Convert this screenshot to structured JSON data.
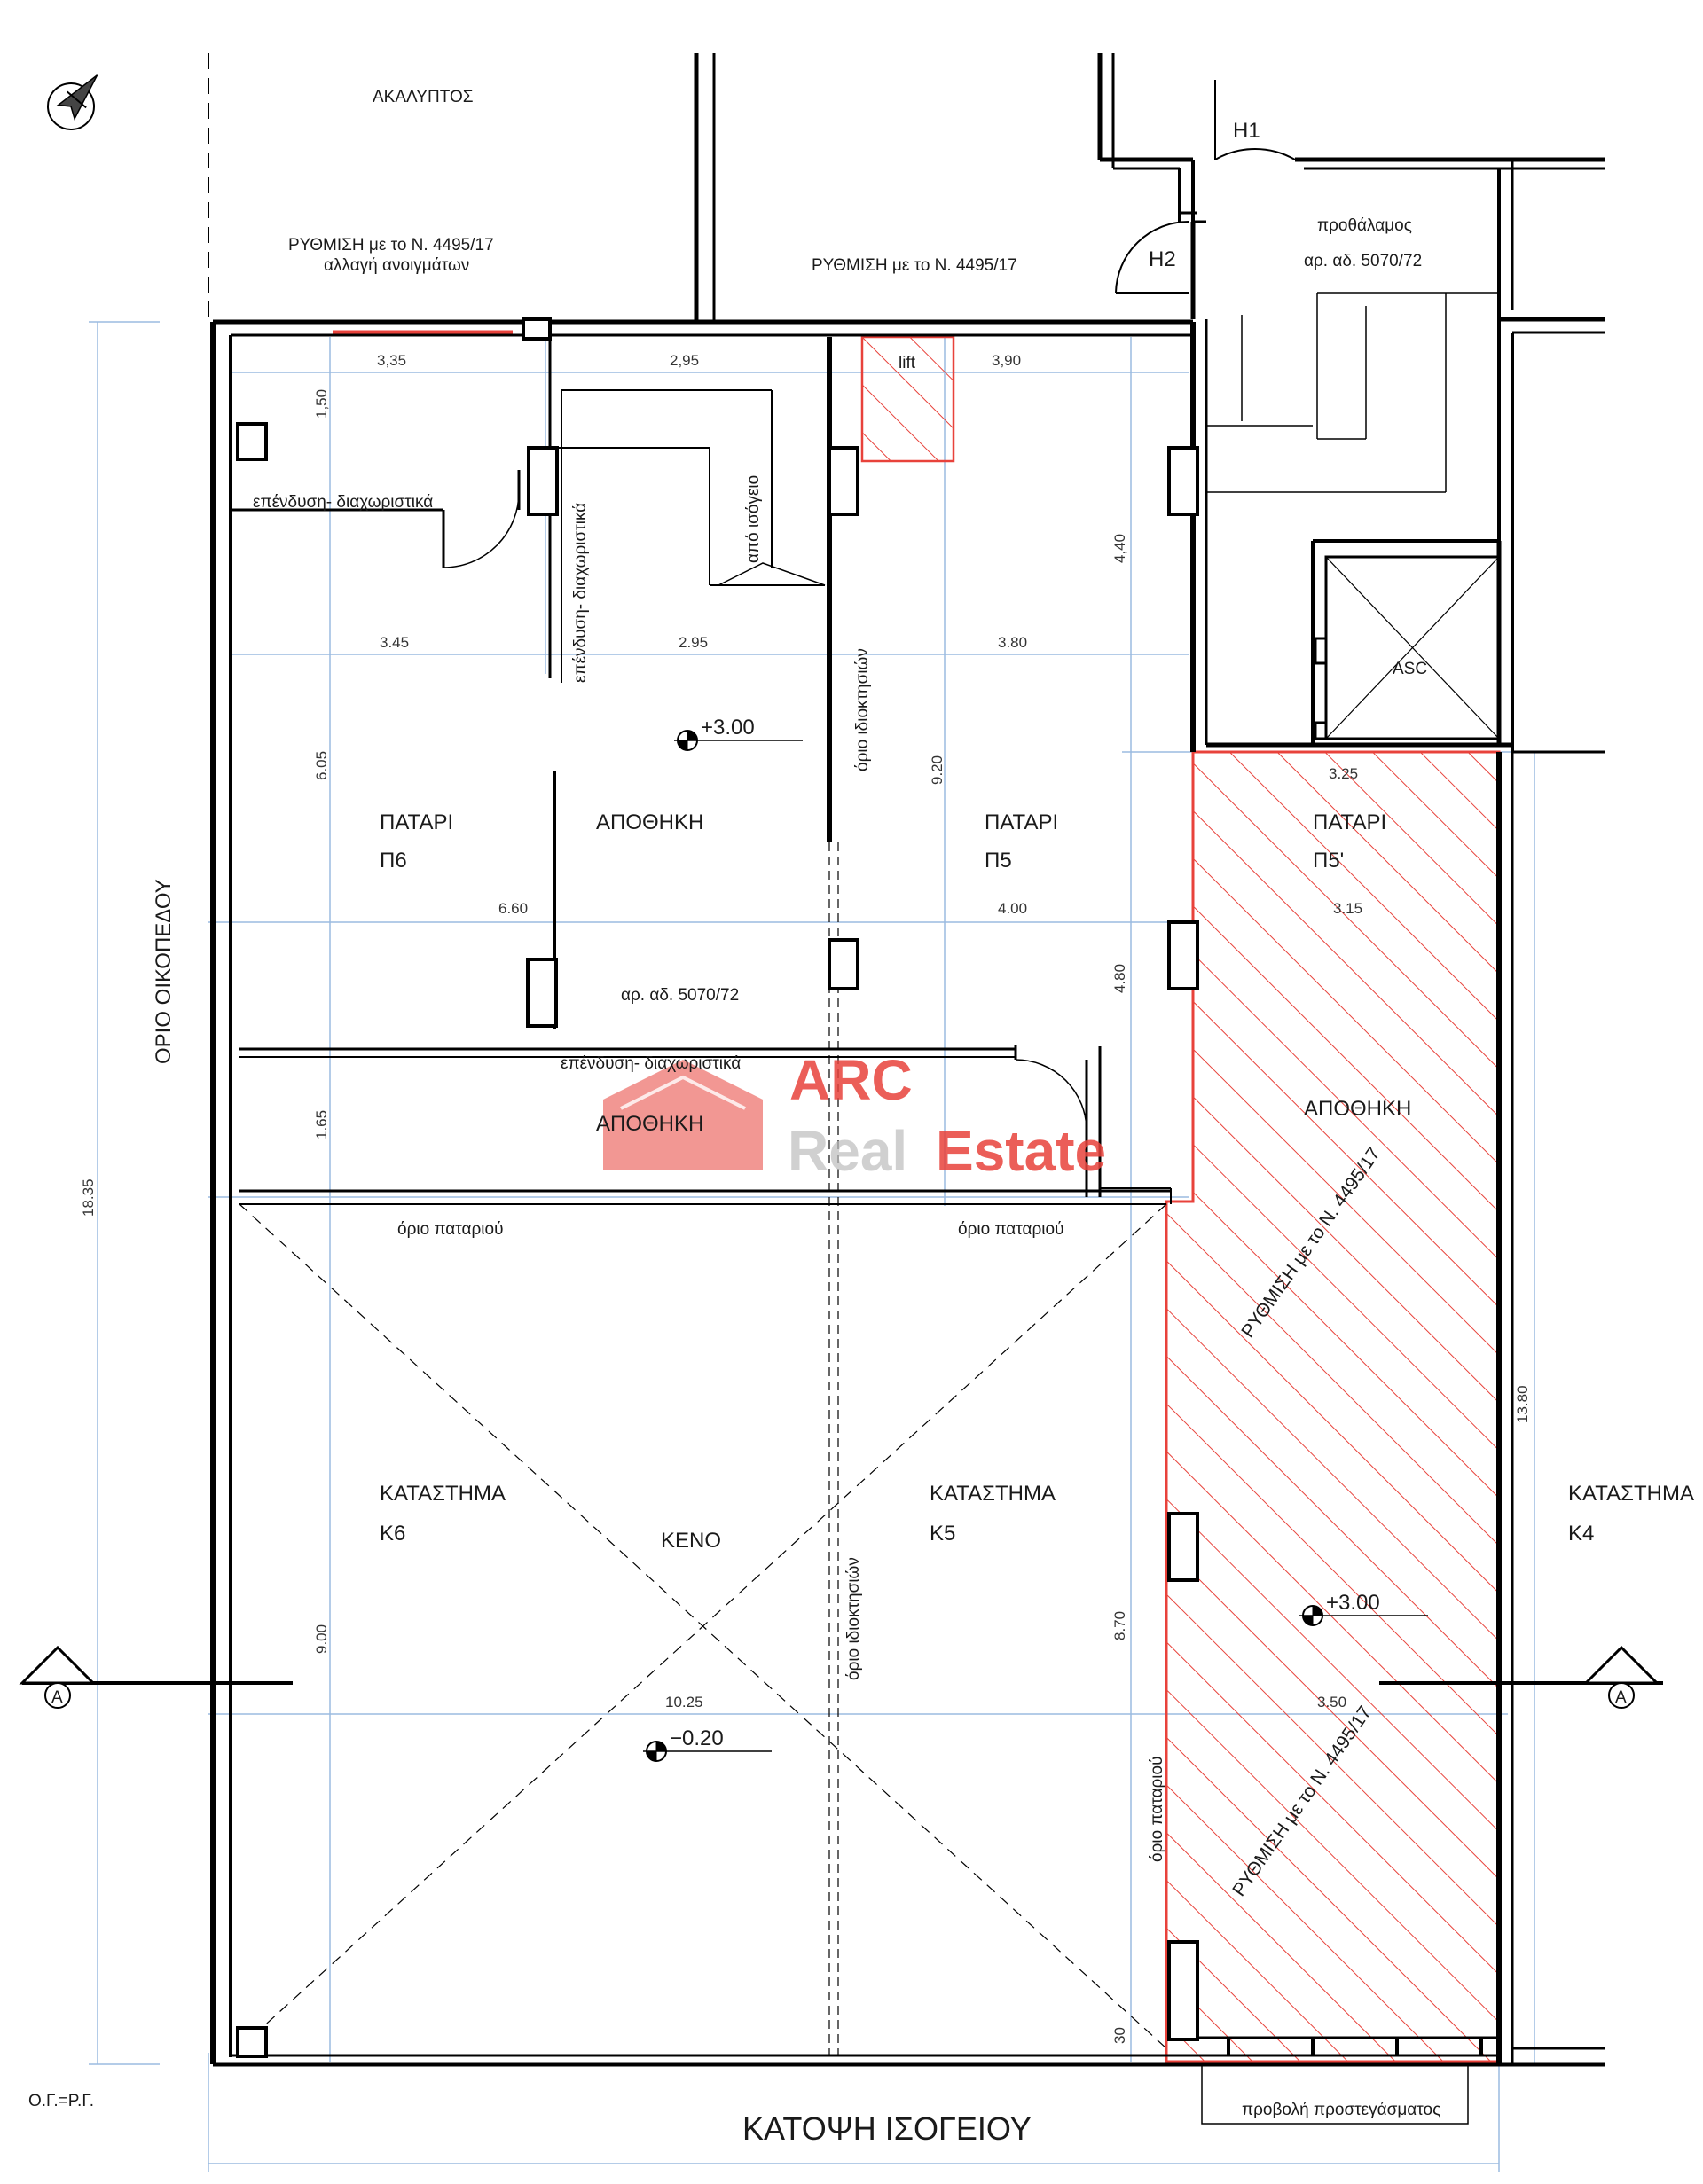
{
  "title": "ΚΑΤΟΨΗ ΙΣΟΓΕΙΟΥ",
  "labels": {
    "akalyptos": "ΑΚΑΛΥΠΤΟΣ",
    "reg_left_1": "ΡΥΘΜΙΣΗ με το Ν. 4495/17",
    "reg_left_2": "αλλαγή ανοιγμάτων",
    "reg_top": "ΡΥΘΜΙΣΗ με το Ν. 4495/17",
    "lift": "lift",
    "h1": "Η1",
    "h2": "Η2",
    "prothalamos": "προθάλαμος",
    "prothalamos_permit": "αρ. αδ. 5070/72",
    "asc": "ASC",
    "endysi_1": "επένδυση- διαχωριστικά",
    "endysi_2": "επένδυση- διαχωριστικά",
    "endysi_3": "επένδυση- διαχωριστικά",
    "apo_isogeio": "από ισόγειο",
    "orio_idioktision_1": "όριο ιδιοκτησιών",
    "orio_idioktision_2": "όριο ιδιοκτησιών",
    "level_top": "+3.00",
    "level_right": "+3.00",
    "level_bottom": "−0.20",
    "patari_p6": "ΠΑΤΑΡΙ",
    "p6": "Π6",
    "apothiki_1": "ΑΠΟΘΗΚΗ",
    "patari_p5": "ΠΑΤΑΡΙ",
    "p5": "Π5",
    "patari_p5b": "ΠΑΤΑΡΙ",
    "p5b": "Π5'",
    "permit_mid": "αρ. αδ. 5070/72",
    "apothiki_2": "ΑΠΟΘΗΚΗ",
    "apothiki_3": "ΑΠΟΘΗΚΗ",
    "reg_right_1": "ΡΥΘΜΙΣΗ με το Ν. 4495/17",
    "reg_right_2": "ΡΥΘΜΙΣΗ με το Ν. 4495/17",
    "orio_patariou_1": "όριο παταριού",
    "orio_patariou_2": "όριο παταριού",
    "orio_patariou_3": "όριο παταριού",
    "katastima_k6": "ΚΑΤΑΣΤΗΜΑ",
    "k6": "Κ6",
    "keno": "ΚΕΝΟ",
    "katastima_k5": "ΚΑΤΑΣΤΗΜΑ",
    "k5": "Κ5",
    "katastima_k4": "ΚΑΤΑΣΤΗΜΑ",
    "k4": "Κ4",
    "orio_oikopedou": "ΟΡΙΟ ΟΙΚΟΠΕΔΟΥ",
    "og_rg": "Ο.Γ.=Ρ.Γ.",
    "provoli": "προβολή προστεγάσματος",
    "section_a_left": "A",
    "section_a_right": "A"
  },
  "dimensions": {
    "d_335": "3,35",
    "d_295_top": "2,95",
    "d_390": "3,90",
    "d_150": "1,50",
    "d_440": "4,40",
    "d_345": "3.45",
    "d_295_mid": "2.95",
    "d_380": "3.80",
    "d_605": "6.05",
    "d_920": "9.20",
    "d_325": "3.25",
    "d_660": "6.60",
    "d_400": "4.00",
    "d_315": "3.15",
    "d_480": "4.80",
    "d_165": "1.65",
    "d_1835": "18.35",
    "d_1380": "13.80",
    "d_900": "9.00",
    "d_870": "8.70",
    "d_1025": "10.25",
    "d_350": "3.50",
    "d_30": "30"
  },
  "watermark": {
    "line1": "ARC",
    "line2a": "Real",
    "line2b": "Estate"
  },
  "colors": {
    "wall": "#000000",
    "dimension_line": "#7aa8d8",
    "regulation_hatch": "#e8423b",
    "text": "#1a1a1a"
  }
}
